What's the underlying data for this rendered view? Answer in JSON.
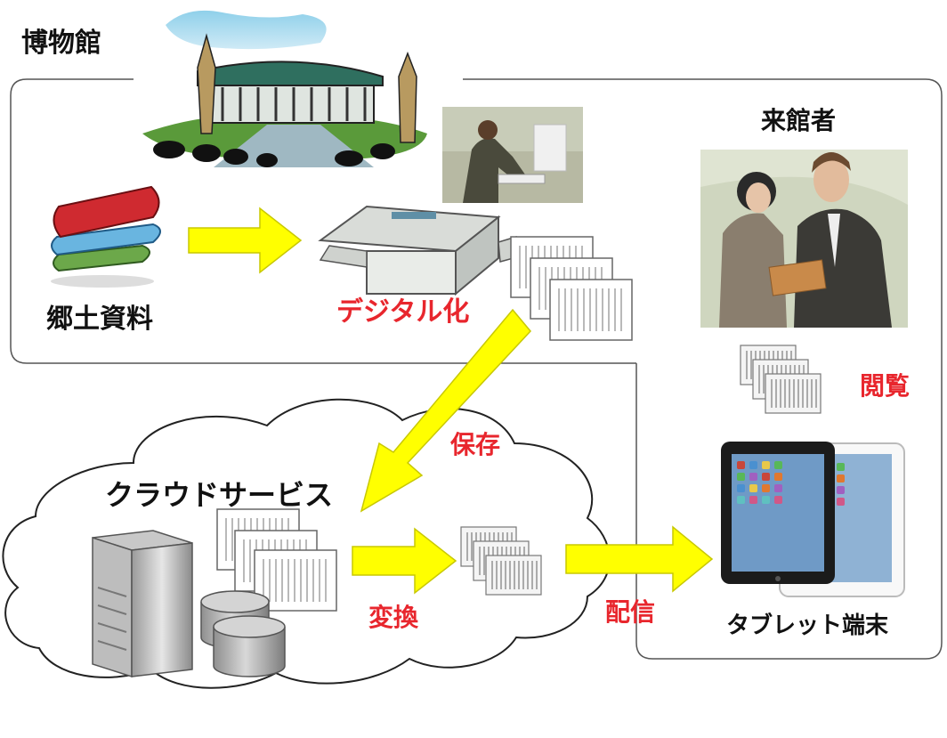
{
  "labels": {
    "museum": "博物館",
    "visitor": "来館者",
    "local_materials": "郷土資料",
    "digitize": "デジタル化",
    "save": "保存",
    "cloud_service": "クラウドサービス",
    "convert": "変換",
    "deliver": "配信",
    "browse": "閲覧",
    "tablet": "タブレット端末"
  },
  "colors": {
    "arrow": "#ffff00",
    "arrow_outline": "#c8c800",
    "red_text": "#e8262d",
    "black_text": "#111111",
    "frame": "#555555"
  }
}
